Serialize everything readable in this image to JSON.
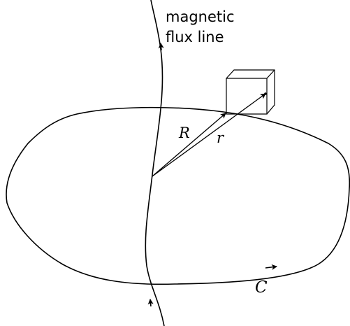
{
  "labels": {
    "flux_line_1": "magnetic",
    "flux_line_2": "flux line",
    "vector_R": "R",
    "vector_r": "r",
    "curve": "C"
  },
  "colors": {
    "stroke": "#000000",
    "background": "#ffffff"
  }
}
